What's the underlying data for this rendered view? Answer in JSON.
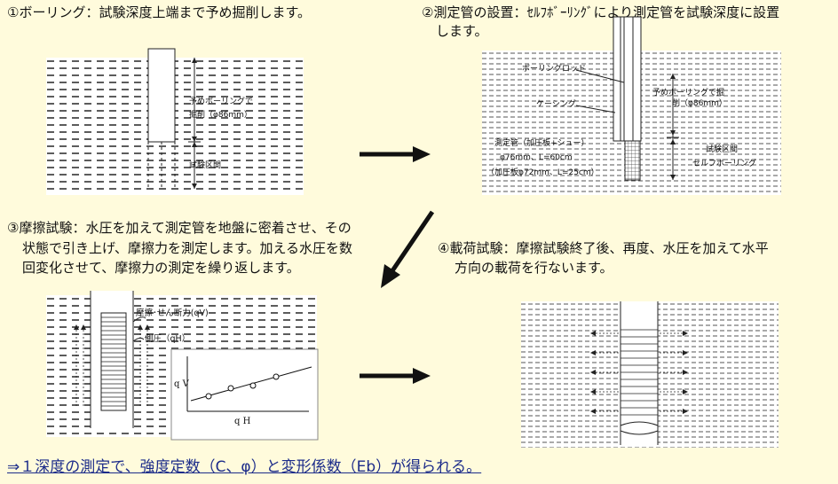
{
  "steps": {
    "s1": "①ボーリング：試験深度上端まで予め掘削します。",
    "s2a": "②測定管の設置：ｾﾙﾌﾎﾞｰﾘﾝｸﾞにより測定管を試験深度に設置",
    "s2b": "します。",
    "s3a": "③摩擦試験：水圧を加えて測定管を地盤に密着させ、その",
    "s3b": "状態で引き上げ、摩擦力を測定します。加える水圧を数",
    "s3c": "回変化させて、摩擦力の測定を繰り返します。",
    "s4a": "④載荷試験：摩擦試験終了後、再度、水圧を加えて水平",
    "s4b": "方向の載荷を行ないます。"
  },
  "panel1": {
    "pre_bore_a": "予めボーリングで",
    "pre_bore_b": "掘削（φ86mm）",
    "test_section": "試験区間"
  },
  "panel2": {
    "rod": "ボーリングロッド",
    "casing": "ケーシング",
    "pre_bore_a": "予めボーリングで掘",
    "pre_bore_b": "削（φ86mm）",
    "pipe_a": "測定管（加圧板+シュー）",
    "pipe_b": "φ76mm、L=60cm",
    "pipe_c": "（加圧板φ72mm、L=25cm）",
    "test_a": "試験区間",
    "test_b": "セルフボーリング"
  },
  "panel3": {
    "shear": "摩擦･せん断力(qV)",
    "lateral": "側圧（qH）",
    "graph_y": "q V",
    "graph_x": "q H"
  },
  "footer": "⇒１深度の測定で、強度定数（C、φ）と変形係数（Eb）が得られる。",
  "colors": {
    "background": "#fffbdc",
    "footer": "#1c2c8a",
    "ground_hatch": "#333333"
  }
}
